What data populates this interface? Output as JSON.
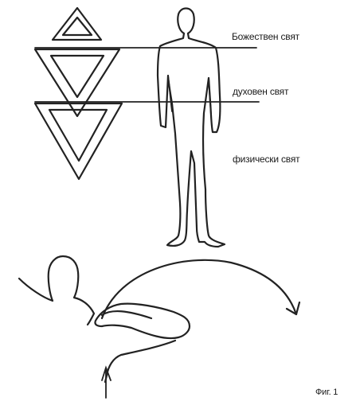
{
  "labels": {
    "divine_world": "Божествен свят",
    "spiritual_world": "духовен свят",
    "physical_world": "физически свят",
    "figure_caption": "Фиг. 1"
  },
  "colors": {
    "ink": "#222222",
    "background": "#ffffff"
  }
}
